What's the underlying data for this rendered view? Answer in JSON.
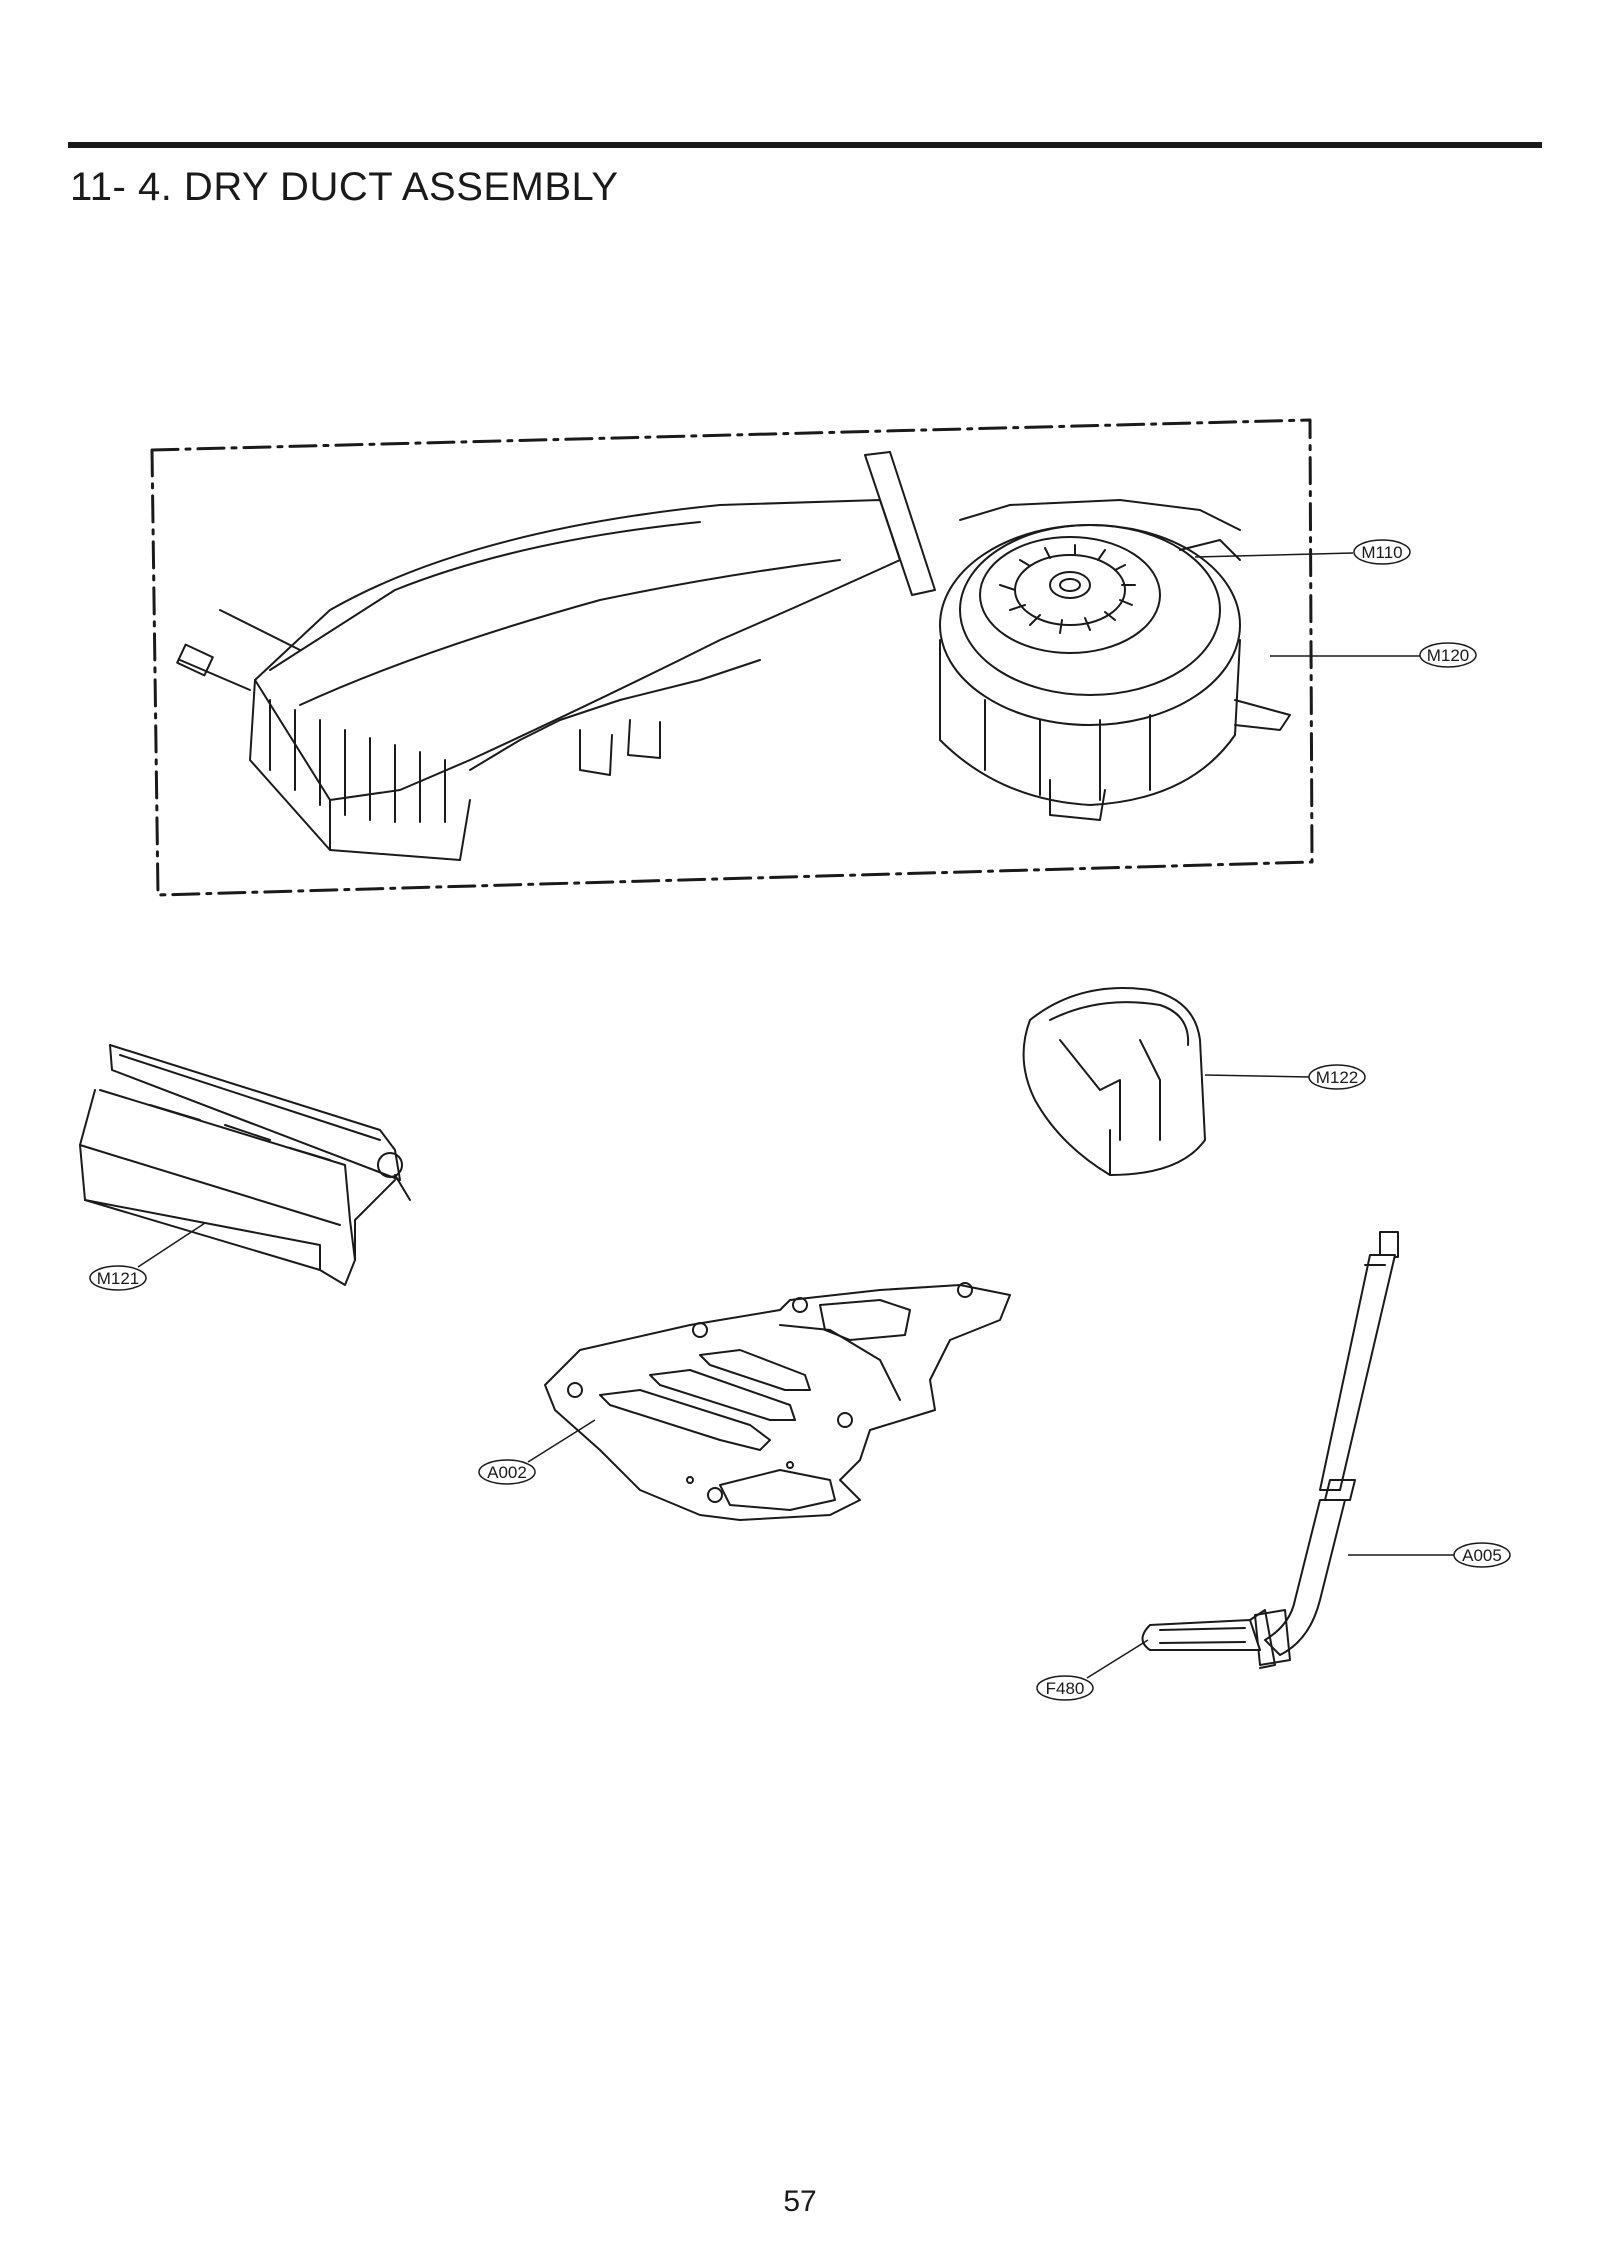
{
  "section_title": "11- 4. DRY DUCT ASSEMBLY",
  "page_number": "57",
  "callouts": {
    "m110": "M110",
    "m120": "M120",
    "m121": "M121",
    "m122": "M122",
    "a002": "A002",
    "a005": "A005",
    "f480": "F480"
  }
}
